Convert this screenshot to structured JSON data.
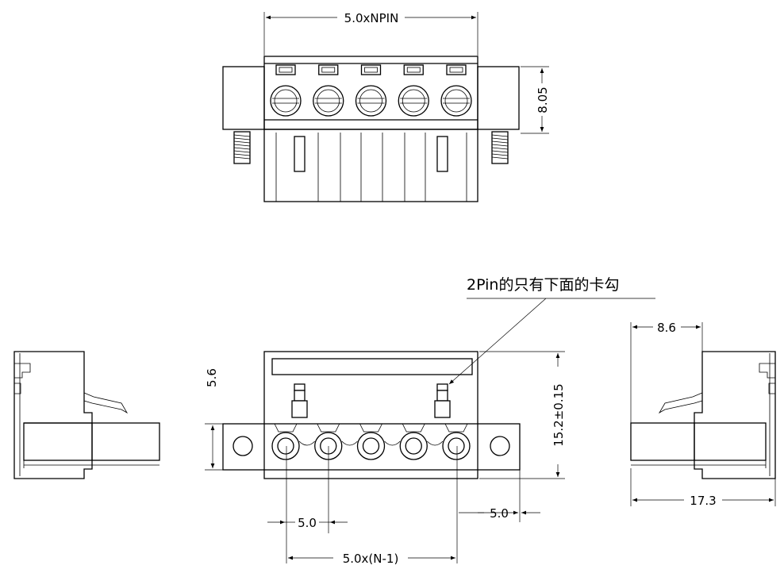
{
  "dimensions": {
    "top_width": "5.0xNPIN",
    "top_height": "8.05",
    "front_flange": "5.6",
    "front_height": "15.2±0.15",
    "pitch_left": "5.0",
    "pitch_right": "5.0",
    "span": "5.0x(N-1)",
    "side_top": "8.6",
    "side_bottom": "17.3"
  },
  "annotation": {
    "note": "2Pin的只有下面的卡勾"
  },
  "drawing": {
    "pin_count": 5,
    "line_color": "#000000",
    "background": "#ffffff"
  }
}
